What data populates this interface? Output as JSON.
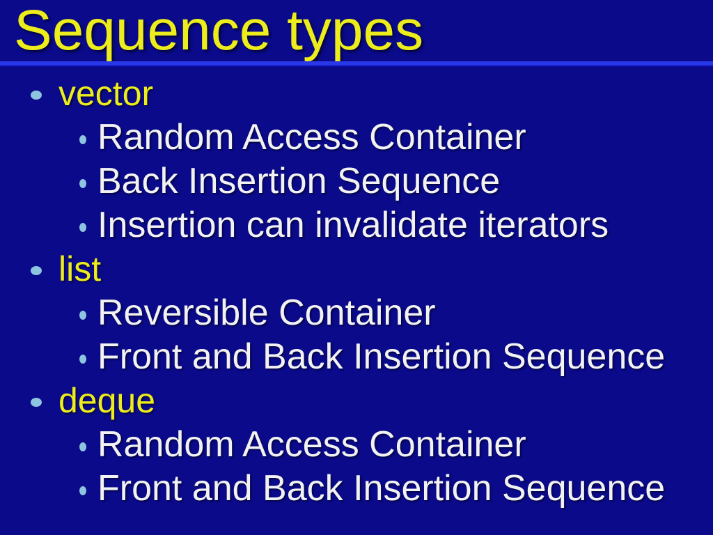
{
  "title": "Sequence types",
  "colors": {
    "bg": "#0A0A8A",
    "yellow": "#EDED1C",
    "white": "#F2F2F2",
    "bullet": "#8EC4E0",
    "rule": "#2838E8",
    "rule-dark": "#0D0DA5"
  },
  "items": [
    {
      "level": 1,
      "text": "vector"
    },
    {
      "level": 2,
      "text": "Random Access Container"
    },
    {
      "level": 2,
      "text": "Back Insertion Sequence"
    },
    {
      "level": 2,
      "text": "Insertion can invalidate iterators"
    },
    {
      "level": 1,
      "text": "list"
    },
    {
      "level": 2,
      "text": "Reversible Container"
    },
    {
      "level": 2,
      "text": "Front and Back Insertion Sequence"
    },
    {
      "level": 1,
      "text": "deque"
    },
    {
      "level": 2,
      "text": "Random Access Container"
    },
    {
      "level": 2,
      "text": "Front and Back Insertion Sequence"
    }
  ]
}
